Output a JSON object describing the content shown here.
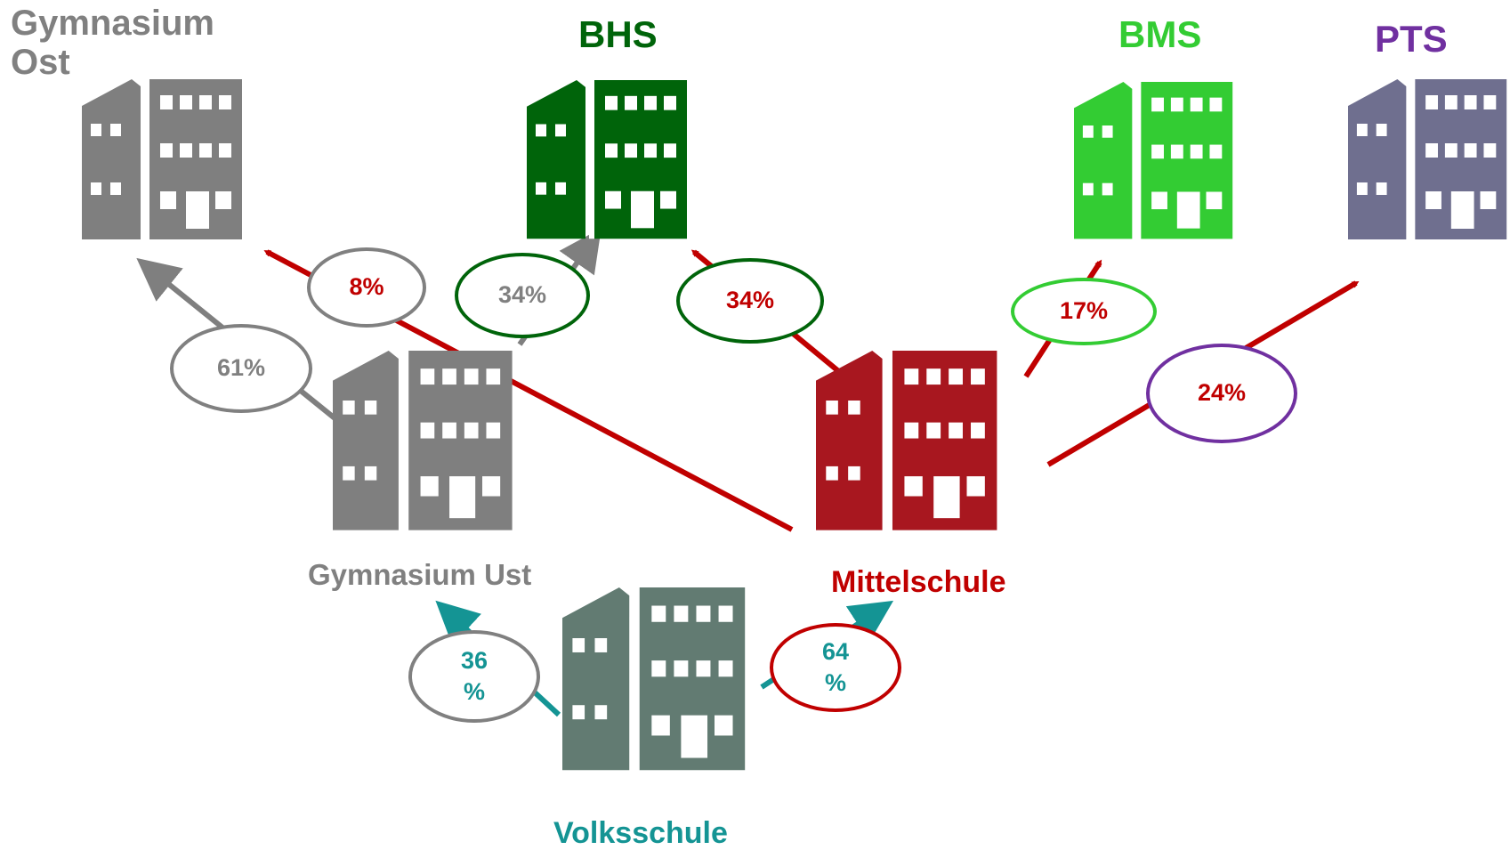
{
  "colors": {
    "gray": "#7f7f7f",
    "label_gray": "#808080",
    "dark_green": "#00640a",
    "light_green": "#33cc33",
    "slate": "#6f6f8f",
    "purple": "#7030a0",
    "red": "#a8171f",
    "label_red": "#c00000",
    "teal_building": "#627b72",
    "teal": "#149494"
  },
  "schools": {
    "gymnasium_ost": {
      "label": "Gymnasium Ost",
      "label_line1": "Gymnasium",
      "label_line2": "Ost",
      "icon": "school-building-icon"
    },
    "bhs": {
      "label": "BHS",
      "icon": "school-building-icon"
    },
    "bms": {
      "label": "BMS",
      "icon": "school-building-icon"
    },
    "pts": {
      "label": "PTS",
      "icon": "school-building-icon"
    },
    "gymnasium_ust": {
      "label": "Gymnasium Ust",
      "icon": "school-building-icon"
    },
    "mittelschule": {
      "label": "Mittelschule",
      "icon": "school-building-icon"
    },
    "volksschule": {
      "label": "Volksschule",
      "icon": "school-building-icon"
    }
  },
  "transitions": {
    "volksschule_to_gymnasium_ust": {
      "from": "Volksschule",
      "to": "Gymnasium Ust",
      "percent": 36,
      "label_line1": "36",
      "label_line2": "%"
    },
    "volksschule_to_mittelschule": {
      "from": "Volksschule",
      "to": "Mittelschule",
      "percent": 64,
      "label_line1": "64",
      "label_line2": "%"
    },
    "gymnasium_ust_to_gymnasium_ost": {
      "from": "Gymnasium Ust",
      "to": "Gymnasium Ost",
      "percent": 61,
      "label": "61%"
    },
    "gymnasium_ust_to_bhs": {
      "from": "Gymnasium Ust",
      "to": "BHS",
      "percent": 34,
      "label": "34%"
    },
    "mittelschule_to_gymnasium_ost": {
      "from": "Mittelschule",
      "to": "Gymnasium Ost",
      "percent": 8,
      "label": "8%"
    },
    "mittelschule_to_bhs": {
      "from": "Mittelschule",
      "to": "BHS",
      "percent": 34,
      "label": "34%"
    },
    "mittelschule_to_bms": {
      "from": "Mittelschule",
      "to": "BMS",
      "percent": 17,
      "label": "17%"
    },
    "mittelschule_to_pts": {
      "from": "Mittelschule",
      "to": "PTS",
      "percent": 24,
      "label": "24%"
    }
  }
}
